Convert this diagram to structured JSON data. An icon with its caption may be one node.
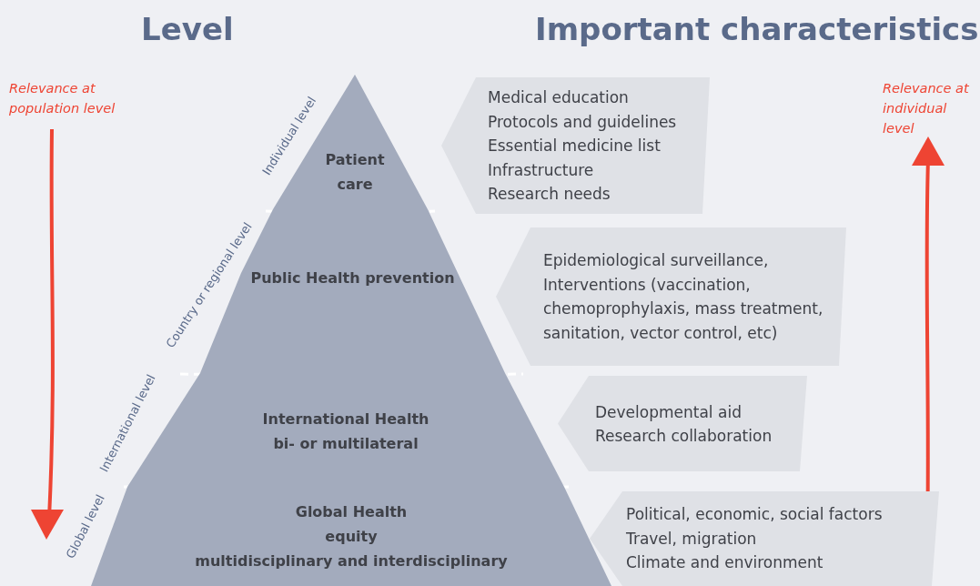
{
  "diagram": {
    "nodes": [
      {
        "text": [
          "Patient care"
        ]
      },
      {
        "text": [
          "Public Health prevention"
        ]
      },
      {
        "text": [
          "International Health",
          "bi- or multilateral"
        ]
      },
      {
        "text": [
          "Global Health",
          "equity",
          "multidisciplinary and interdisciplinary"
        ]
      },
      {
        "text": [
          "Medical education",
          "Protocols and guidelines",
          "Essential medicine list",
          "Infrastructure",
          "Research needs"
        ]
      },
      {
        "text": [
          "Epidemiological surveillance,",
          "Interventions (vaccination, chemoprophylaxis, mass treatment, sanitation, vector control, etc)"
        ]
      },
      {
        "text": [
          "Developmental aid",
          "Research collaboration"
        ]
      },
      {
        "text": [
          "Political, economic, social factors",
          "Travel, migration",
          "Climate and environment"
        ]
      }
    ],
    "labels": [
      "Level",
      "Important characteristics",
      "Relevance at population level",
      "Relevance at individual level",
      "Individual level",
      "Country or regional level",
      "International level",
      "Global level"
    ]
  }
}
